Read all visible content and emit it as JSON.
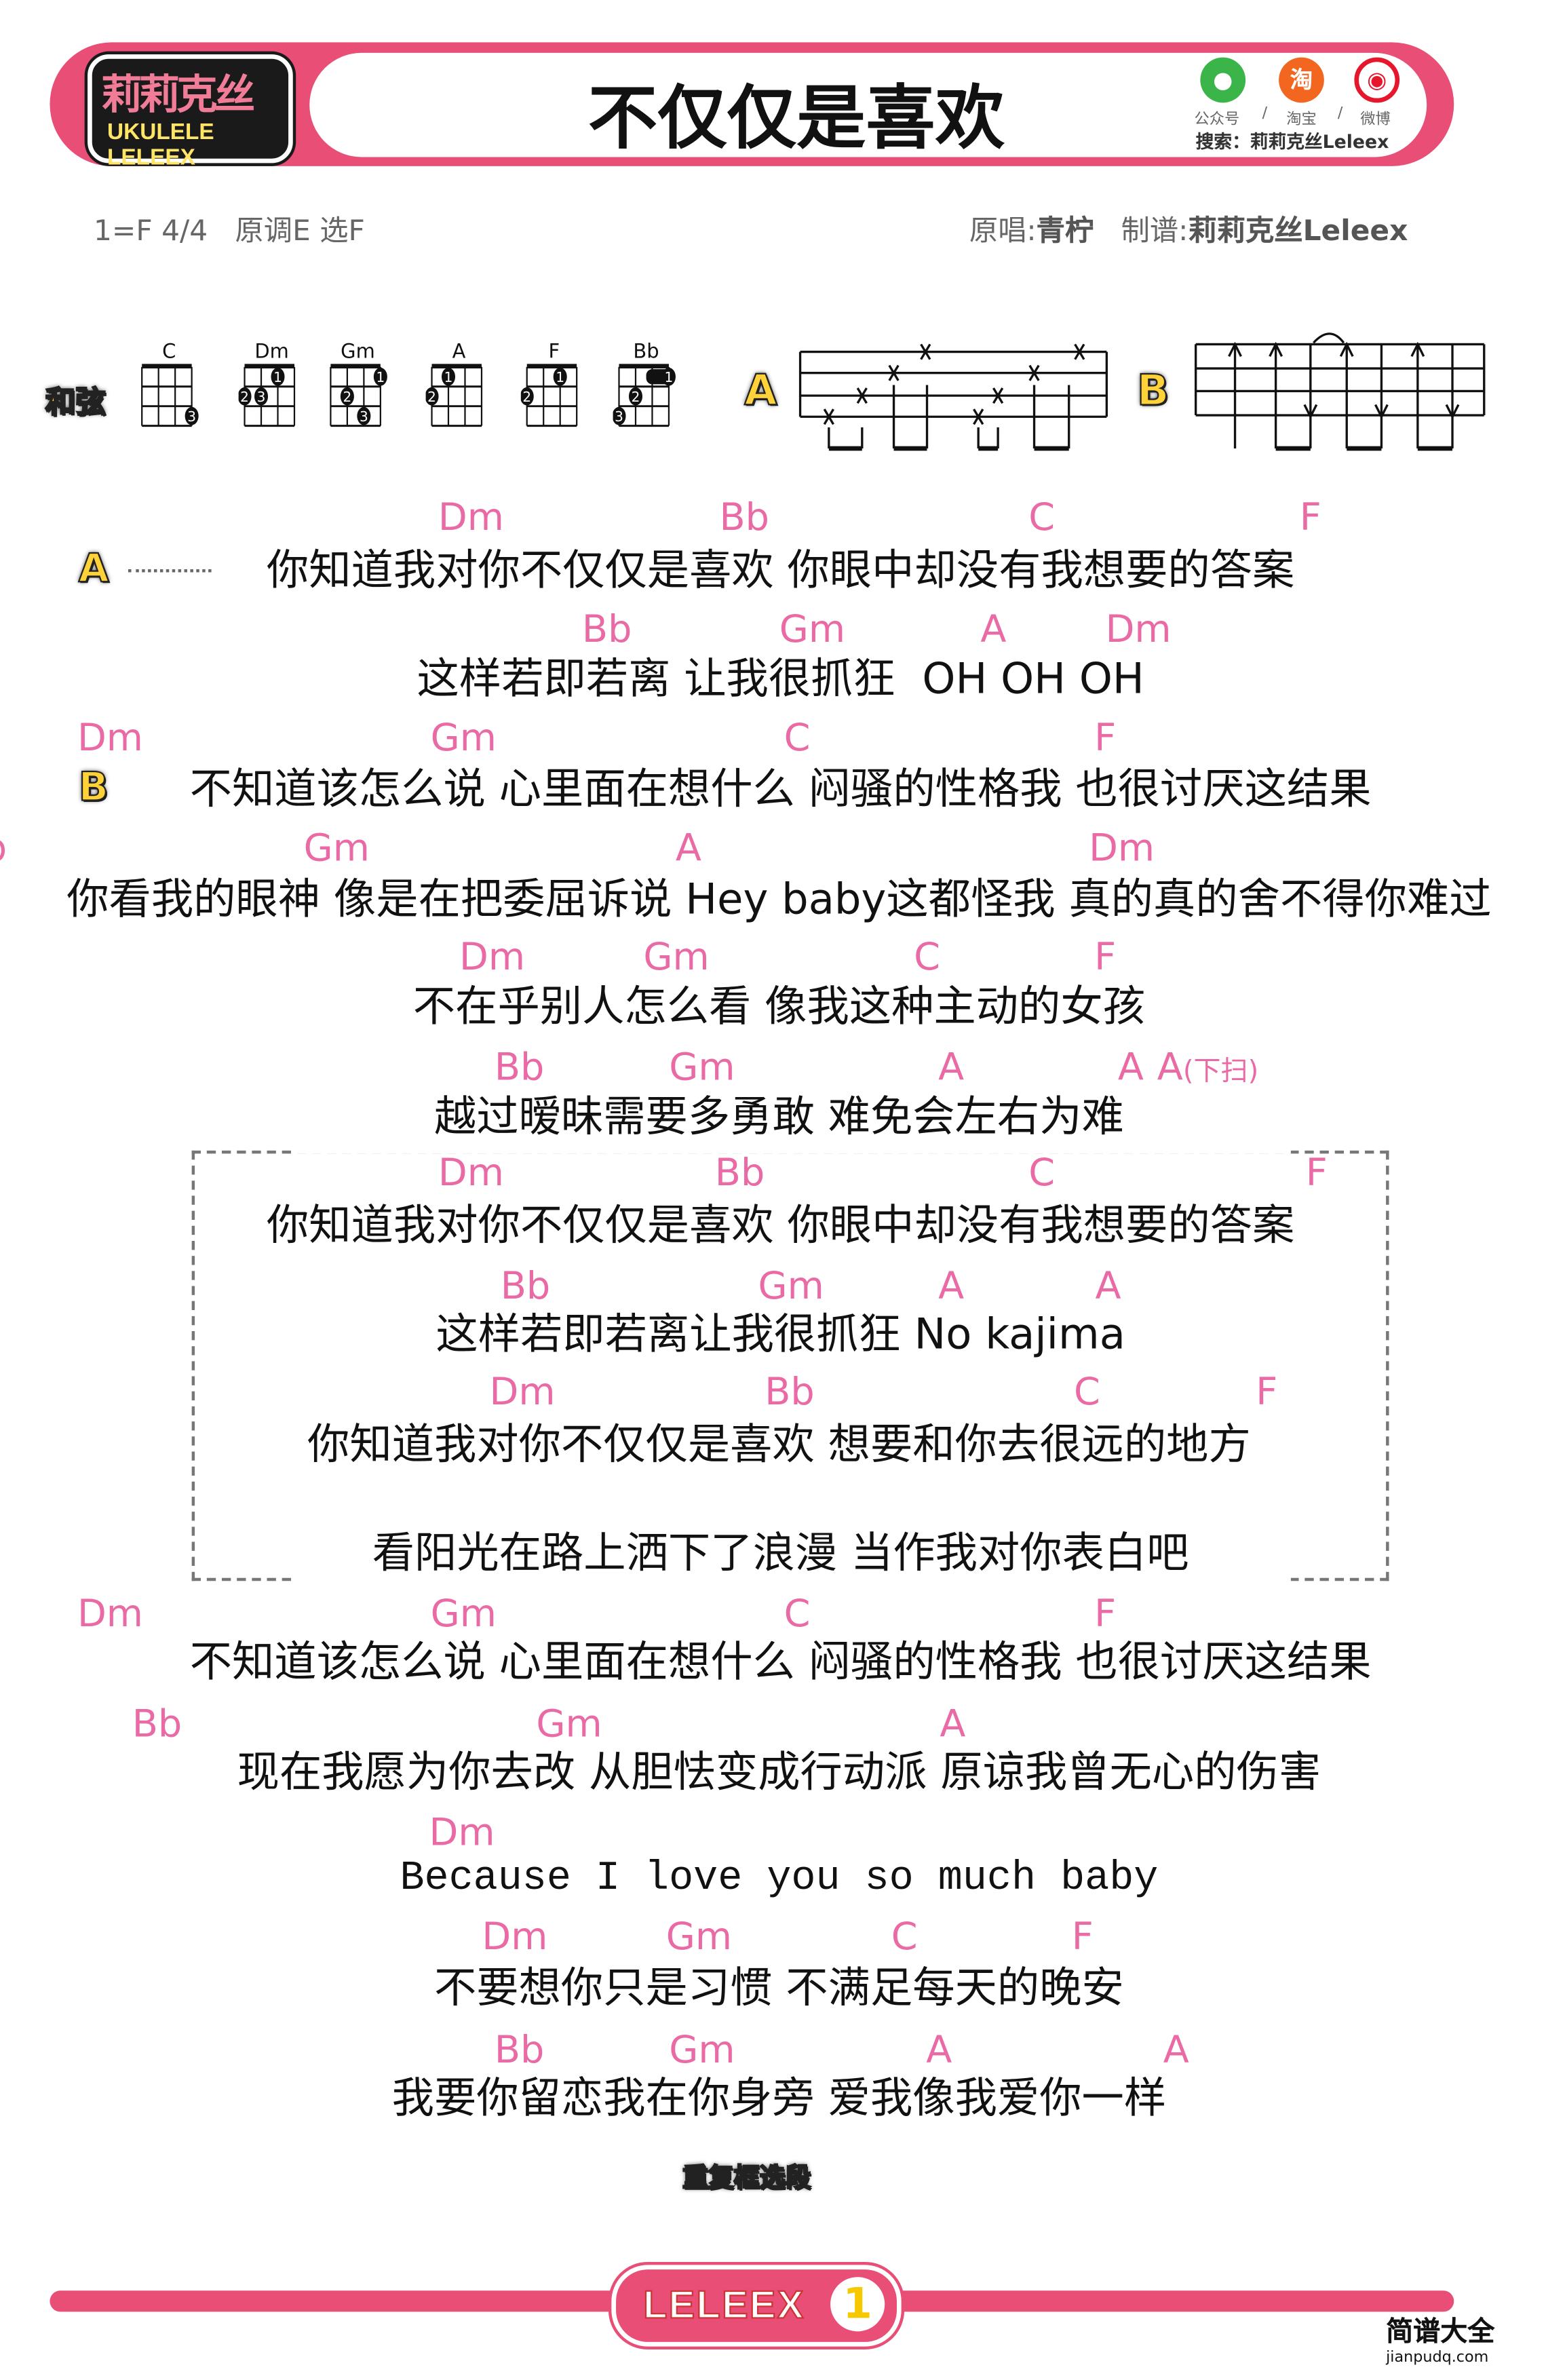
{
  "header": {
    "logo_text": "莉莉克丝",
    "logo_sub": "UKULELE LELEEX",
    "title": "不仅仅是喜欢",
    "social": [
      {
        "label": "公众号",
        "icon": "wechat-icon",
        "color": "#3bb54a"
      },
      {
        "label": "淘宝",
        "icon": "taobao-icon",
        "color": "#f2661f"
      },
      {
        "label": "微博",
        "icon": "weibo-icon",
        "color": "#e6162d"
      }
    ],
    "separator": "/",
    "search_text": "搜索：莉莉克丝Leleex"
  },
  "meta": {
    "key_time": "1=F 4/4",
    "original_key": "原调E 选F",
    "singer_label": "原唱:",
    "singer": "青柠",
    "arranger_label": "制谱:",
    "arranger": "莉莉克丝Leleex"
  },
  "chords_section": {
    "label": "和弦",
    "diagrams": [
      {
        "name": "C",
        "fingers": [
          {
            "string": 4,
            "fret": 3,
            "finger": "3"
          }
        ]
      },
      {
        "name": "Dm",
        "fingers": [
          {
            "string": 3,
            "fret": 1,
            "finger": "1"
          },
          {
            "string": 1,
            "fret": 2,
            "finger": "2"
          },
          {
            "string": 2,
            "fret": 2,
            "finger": "3"
          }
        ]
      },
      {
        "name": "Gm",
        "fingers": [
          {
            "string": 4,
            "fret": 1,
            "finger": "1"
          },
          {
            "string": 2,
            "fret": 2,
            "finger": "2"
          },
          {
            "string": 3,
            "fret": 3,
            "finger": "3"
          }
        ]
      },
      {
        "name": "A",
        "fingers": [
          {
            "string": 2,
            "fret": 1,
            "finger": "1"
          },
          {
            "string": 1,
            "fret": 2,
            "finger": "2"
          }
        ]
      },
      {
        "name": "F",
        "fingers": [
          {
            "string": 3,
            "fret": 1,
            "finger": "1"
          },
          {
            "string": 1,
            "fret": 2,
            "finger": "2"
          }
        ]
      },
      {
        "name": "Bb",
        "fingers": [
          {
            "string": 4,
            "fret": 1,
            "finger": "1",
            "barre_to": 3
          },
          {
            "string": 2,
            "fret": 2,
            "finger": "2"
          },
          {
            "string": 1,
            "fret": 3,
            "finger": "3"
          }
        ]
      }
    ],
    "pattern_a_label": "A",
    "pattern_b_label": "B"
  },
  "lines": [
    {
      "section": "A",
      "chords": [
        "Dm",
        "Bb",
        "C",
        "F"
      ],
      "lyric": "你知道我对你不仅仅是喜欢 你眼中却没有我想要的答案"
    },
    {
      "chords": [
        "Bb",
        "Gm",
        "A",
        "Dm"
      ],
      "lyric": "这样若即若离 让我很抓狂  OH OH OH"
    },
    {
      "section": "B",
      "chords": [
        "Dm",
        "Gm",
        "C",
        "F"
      ],
      "lyric": "不知道该怎么说 心里面在想什么 闷骚的性格我 也很讨厌这结果"
    },
    {
      "chords": [
        "Bb",
        "Gm",
        "A",
        "Dm"
      ],
      "lyric": "你看我的眼神 像是在把委屈诉说 Hey baby这都怪我 真的真的舍不得你难过"
    },
    {
      "chords": [
        "Dm",
        "Gm",
        "C",
        "F"
      ],
      "lyric": "不在乎别人怎么看 像我这种主动的女孩"
    },
    {
      "chords": [
        "Bb",
        "Gm",
        "A",
        "A",
        "A"
      ],
      "chord_note": "(下扫)",
      "lyric": "越过暧昧需要多勇敢 难免会左右为难"
    },
    {
      "chords": [
        "Dm",
        "Bb",
        "C",
        "F"
      ],
      "lyric": "你知道我对你不仅仅是喜欢 你眼中却没有我想要的答案"
    },
    {
      "chords": [
        "Bb",
        "Gm",
        "A",
        "A"
      ],
      "lyric": "这样若即若离让我很抓狂 No kajima"
    },
    {
      "chords": [
        "Dm",
        "Bb",
        "C",
        "F"
      ],
      "lyric": "你知道我对你不仅仅是喜欢 想要和你去很远的地方"
    },
    {
      "chords": [],
      "lyric": "看阳光在路上洒下了浪漫 当作我对你表白吧"
    },
    {
      "chords": [
        "Dm",
        "Gm",
        "C",
        "F"
      ],
      "lyric": "不知道该怎么说 心里面在想什么 闷骚的性格我 也很讨厌这结果"
    },
    {
      "chords": [
        "Bb",
        "Gm",
        "A"
      ],
      "lyric": "现在我愿为你去改 从胆怯变成行动派 原谅我曾无心的伤害"
    },
    {
      "chords": [
        "Dm"
      ],
      "lyric": "Because I love you so much baby"
    },
    {
      "chords": [
        "Dm",
        "Gm",
        "C",
        "F"
      ],
      "lyric": "不要想你只是习惯 不满足每天的晚安"
    },
    {
      "chords": [
        "Bb",
        "Gm",
        "A",
        "A"
      ],
      "lyric": "我要你留恋我在你身旁 爱我像我爱你一样"
    }
  ],
  "repeat_note": "重复框选段",
  "footer": {
    "badge_text": "LELEEX",
    "badge_num": "1",
    "watermark": "简谱大全",
    "watermark_url": "jianpudq.com"
  },
  "colors": {
    "brand_pink": "#e94f76",
    "chord_pink": "#e96aa4",
    "badge_yellow": "#ffd23a"
  }
}
